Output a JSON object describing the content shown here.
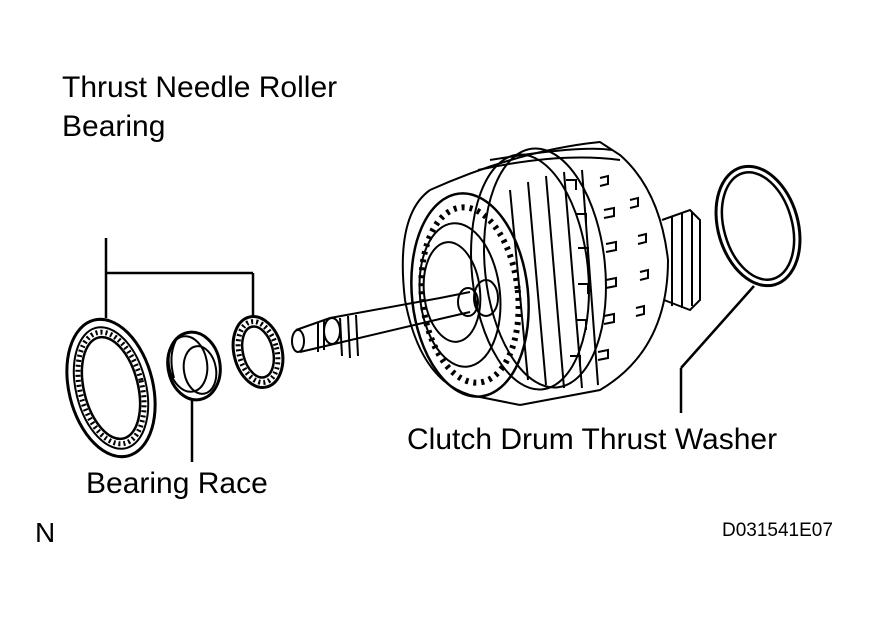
{
  "labels": {
    "thrust_needle_roller_bearing": "Thrust Needle Roller\nBearing",
    "bearing_race": "Bearing Race",
    "clutch_drum_thrust_washer": "Clutch Drum Thrust Washer",
    "orientation": "N",
    "figure_code": "D031541E07"
  }
}
